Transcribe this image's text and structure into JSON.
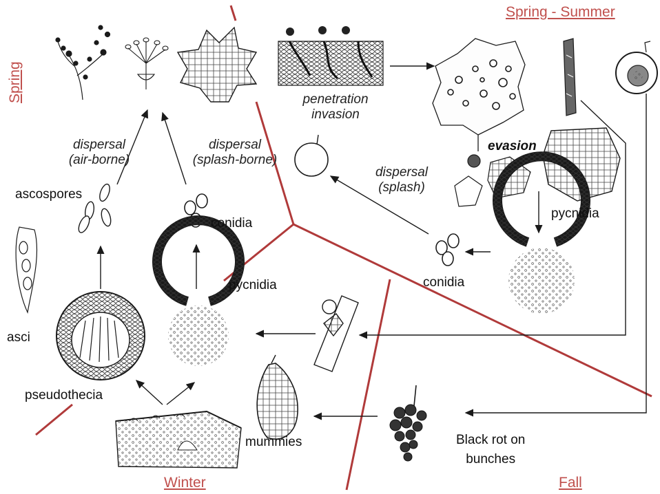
{
  "seasons": {
    "spring": "Spring",
    "spring_summer": "Spring - Summer",
    "winter": "Winter",
    "fall": "Fall"
  },
  "labels": {
    "dispersal_air": "dispersal\n(air-borne)",
    "dispersal_splash_borne": "dispersal\n(splash-borne)",
    "ascospores": "ascospores",
    "conidia_left": "conidia",
    "asci": "asci",
    "pycnidia_left": "pycnidia",
    "pseudothecia": "pseudothecia",
    "mummies": "mummies",
    "penetration": "penetration\ninvasion",
    "evasion": "evasion",
    "dispersal_splash": "dispersal\n(splash)",
    "pycnidia_right": "pycnidia",
    "conidia_right": "conidia",
    "black_rot": "Black rot on\nbunches"
  },
  "colors": {
    "season_red": "#c0504d",
    "divider_red": "#b03a3a",
    "ink": "#1a1a1a"
  }
}
